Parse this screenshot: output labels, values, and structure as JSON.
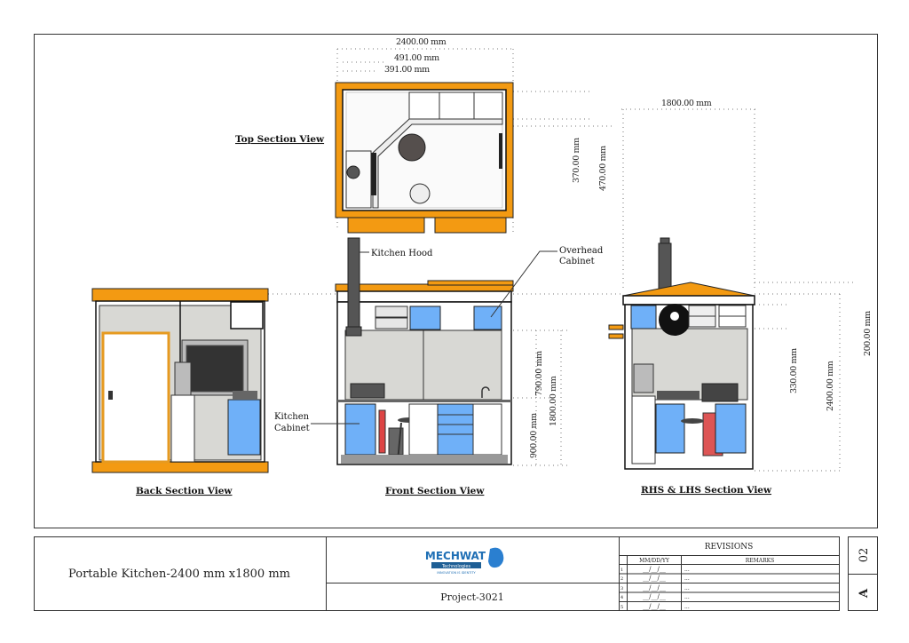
{
  "views": {
    "top": "Top Section  View",
    "back": "Back Section  View",
    "front": "Front Section View",
    "side": "RHS & LHS Section View"
  },
  "callouts": {
    "kitchen_hood": "Kitchen Hood",
    "overhead_cabinet_1": "Overhead",
    "overhead_cabinet_2": "Cabinet",
    "kitchen_cabinet_1": "Kitchen",
    "kitchen_cabinet_2": "Cabinet"
  },
  "dimensions": {
    "top_width": "2400.00 mm",
    "top_491": "491.00 mm",
    "top_391": "391.00 mm",
    "top_370": "370.00 mm",
    "top_470": "470.00 mm",
    "side_width": "1800.00 mm",
    "front_790": "790.00 mm",
    "front_1800": "1800.00 mm",
    "front_900": "900.00 mm",
    "side_330": "330.00 mm",
    "side_2400": "2400.00 mm",
    "side_200": "200.00 mm"
  },
  "title_block": {
    "title": "Portable Kitchen-2400 mm x1800 mm",
    "logo_text": "MECHWAT",
    "logo_sub": "Technologies",
    "logo_tagline": "INNOVATION IS IDENTITY",
    "project": "Project-3021",
    "revisions_header": "REVISIONS",
    "date_header": "MM/DD/YY",
    "remarks_header": "REMARKS",
    "revisions": [
      {
        "no": "1",
        "date": "__/__/__",
        "remarks": "..."
      },
      {
        "no": "2",
        "date": "__/__/__",
        "remarks": "..."
      },
      {
        "no": "3",
        "date": "__/__/__",
        "remarks": "..."
      },
      {
        "no": "4",
        "date": "__/__/__",
        "remarks": "..."
      },
      {
        "no": "5",
        "date": "__/__/__",
        "remarks": "..."
      }
    ],
    "sheet_no": "02",
    "size": "A"
  },
  "colors": {
    "frame": "#f39a12",
    "cabinet": "#6fb0f8",
    "logo": "#1f6fb5"
  }
}
